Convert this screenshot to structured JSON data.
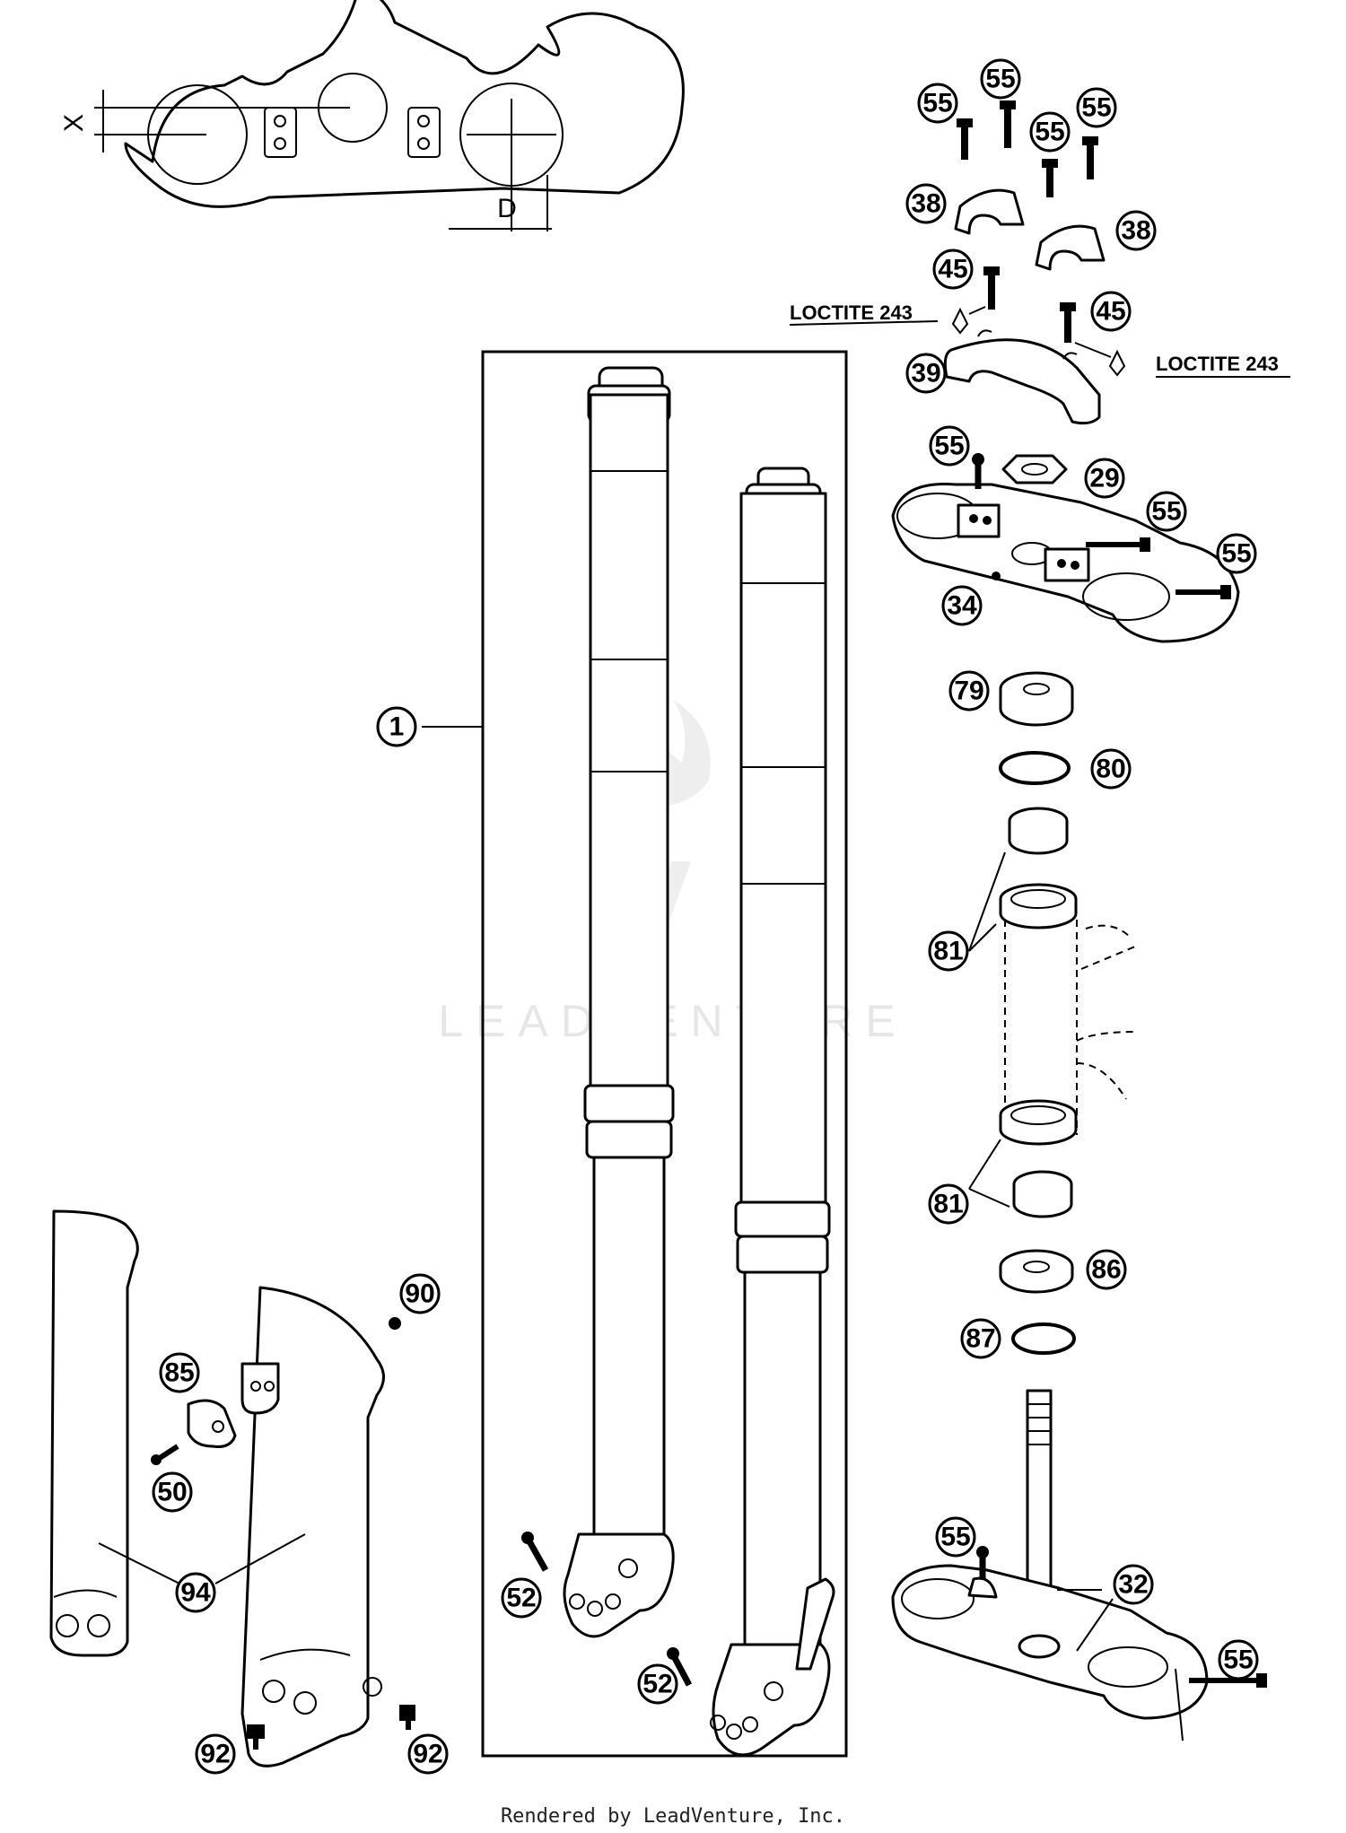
{
  "watermark": "LEADVENTURE",
  "footer": "Rendered by LeadVenture, Inc.",
  "dimensions": {
    "x": "X",
    "d": "D"
  },
  "notes": {
    "loctite_left": "LOCTITE 243",
    "loctite_right": "LOCTITE 243"
  },
  "callouts": {
    "c1": "1",
    "c29": "29",
    "c32": "32",
    "c34": "34",
    "c38a": "38",
    "c38b": "38",
    "c39": "39",
    "c45a": "45",
    "c45b": "45",
    "c50": "50",
    "c52a": "52",
    "c52b": "52",
    "c55a": "55",
    "c55b": "55",
    "c55c": "55",
    "c55d": "55",
    "c55e": "55",
    "c55f": "55",
    "c55g": "55",
    "c55h": "55",
    "c79": "79",
    "c80": "80",
    "c81a": "81",
    "c81b": "81",
    "c85": "85",
    "c86": "86",
    "c87": "87",
    "c90": "90",
    "c92a": "92",
    "c92b": "92",
    "c94": "94"
  }
}
